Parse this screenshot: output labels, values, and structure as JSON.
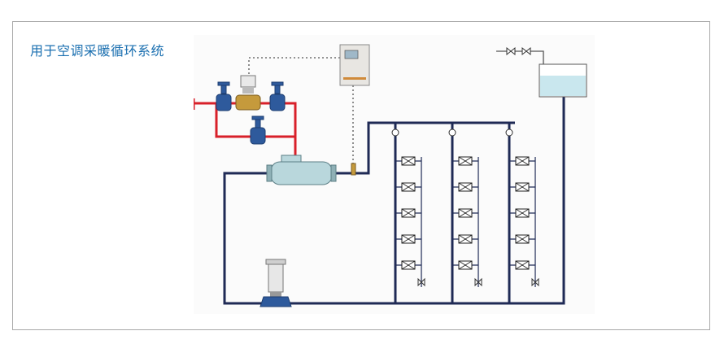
{
  "caption": "用于空调采暖循环系统",
  "colors": {
    "caption": "#1a6fb0",
    "pipe": "#1f2a55",
    "hot_pipe": "#d8202a",
    "valve": "#2e5a9c",
    "separator": "#b9d7dc",
    "tank_water": "#c9e7ee"
  },
  "components": {
    "control_box": "controller-box",
    "separator": "air-dirt-separator",
    "pump": "vertical-circulation-pump",
    "tank": "expansion-tank",
    "radiator_columns": 3,
    "radiators_per_column": 5
  }
}
